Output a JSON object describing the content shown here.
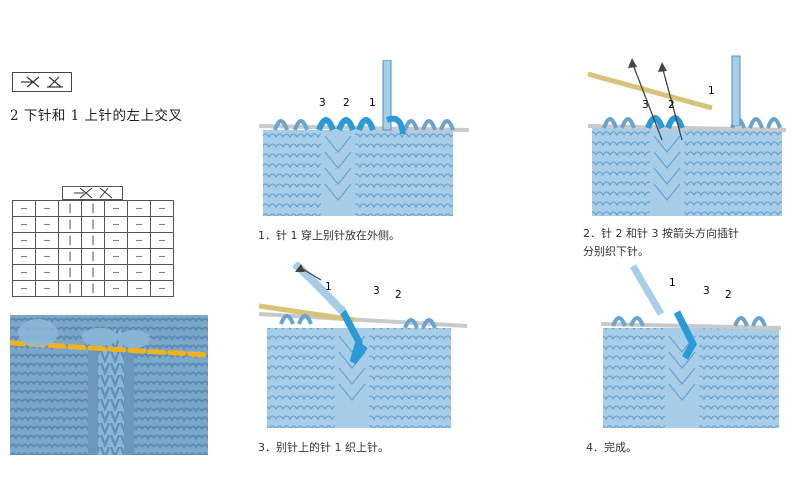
{
  "heading": "2 下针和 1 上针的左上交叉",
  "chart": {
    "rows": [
      [
        "—",
        "—",
        "|",
        "|",
        "—",
        "—",
        "—"
      ],
      [
        "—",
        "—",
        "|",
        "|",
        "—",
        "—",
        "—"
      ],
      [
        "—",
        "—",
        "|",
        "|",
        "—",
        "—",
        "—"
      ],
      [
        "—",
        "—",
        "|",
        "|",
        "—",
        "—",
        "—"
      ],
      [
        "—",
        "—",
        "|",
        "|",
        "—",
        "—",
        "—"
      ],
      [
        "—",
        "—",
        "|",
        "|",
        "—",
        "—",
        "—"
      ]
    ]
  },
  "steps": [
    {
      "labels": [
        "3",
        "2",
        "1"
      ],
      "caption": "1．针 1 穿上别针放在外侧。"
    },
    {
      "labels": [
        "3",
        "2",
        "1"
      ],
      "caption_lines": [
        "2．针 2 和针 3 按箭头方向插针",
        "分别织下针。"
      ]
    },
    {
      "labels": [
        "1",
        "3",
        "2"
      ],
      "caption": "3．别针上的针 1 织上针。"
    },
    {
      "labels": [
        "1",
        "3",
        "2"
      ],
      "caption": "4．完成。"
    }
  ],
  "colors": {
    "fabric": "#a7cde9",
    "fabric_stitch": "#6aa3cf",
    "active_yarn": "#2a9ad8",
    "needle": "#d9c27a",
    "photo_yarn": "#6f9fc3",
    "photo_needle": "#f1b21c"
  }
}
